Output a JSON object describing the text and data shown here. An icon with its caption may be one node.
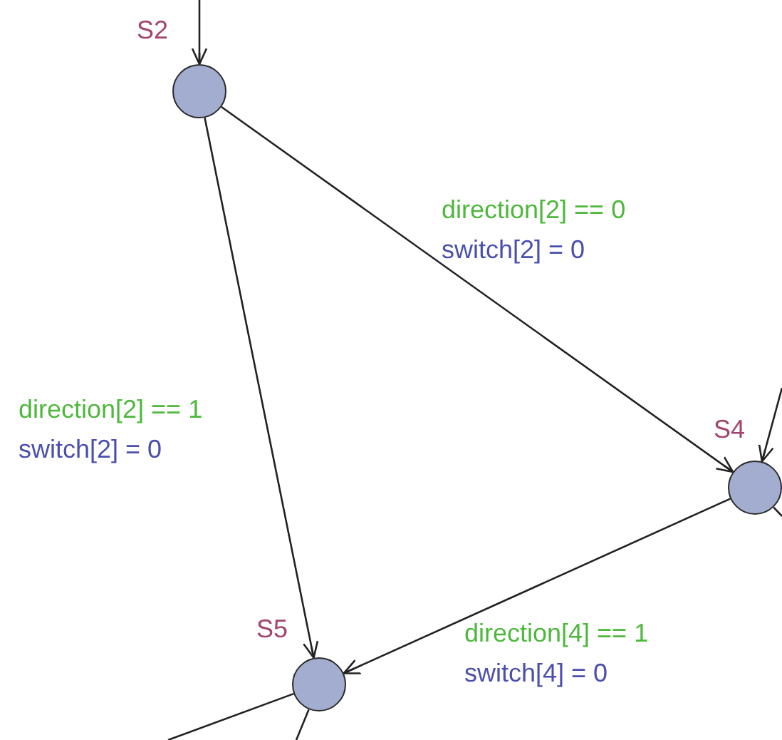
{
  "diagram": {
    "nodes": [
      {
        "text": [],
        "shape": "circle",
        "beside": [
          "S2"
        ]
      },
      {
        "text": [],
        "shape": "circle",
        "beside": [
          "S4"
        ]
      },
      {
        "text": [],
        "shape": "circle",
        "beside": [
          "S5"
        ]
      }
    ],
    "edges": [
      {
        "from": null,
        "to": 0,
        "arrow": "to"
      },
      {
        "from": 0,
        "to": 1,
        "arrow": "to"
      },
      {
        "from": 0,
        "to": 2,
        "arrow": "to"
      },
      {
        "from": 1,
        "to": 2,
        "arrow": "to"
      },
      {
        "from": null,
        "to": 1,
        "arrow": "to"
      },
      {
        "from": 1,
        "to": null,
        "arrow": "none"
      },
      {
        "from": 2,
        "to": null,
        "arrow": "none"
      },
      {
        "from": 2,
        "to": null,
        "arrow": "none"
      }
    ],
    "labels": [
      "direction[2] == 0",
      "switch[2] = 0",
      "direction[2] == 1",
      "switch[2] = 0",
      "direction[4] == 1",
      "switch[4] = 0"
    ]
  }
}
